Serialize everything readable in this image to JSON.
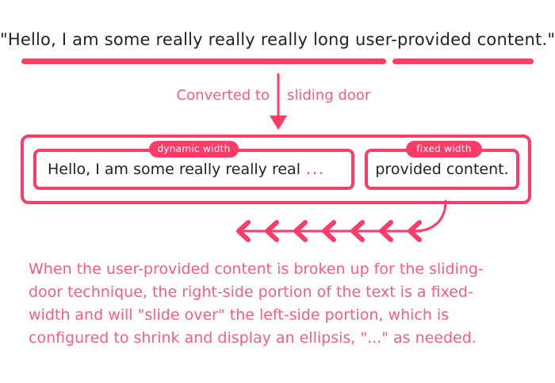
{
  "theme": {
    "accent": "#fa3c66",
    "accent_light": "#fb5c7e",
    "text_dark": "#222222",
    "badge_text": "#ffffff",
    "background": "#ffffff"
  },
  "quote": {
    "text": "\"Hello, I am some really really really long user-provided content.\"",
    "underline_left_name": "dynamic-portion-underline",
    "underline_right_name": "fixed-portion-underline"
  },
  "transition": {
    "left_label": "Converted to",
    "right_label": "sliding door",
    "arrow_icon": "arrow-down-icon"
  },
  "diagram": {
    "dynamic": {
      "badge": "dynamic width",
      "content": "Hello, I am some really really real",
      "ellipsis": "..."
    },
    "fixed": {
      "badge": "fixed width",
      "content": "provided content."
    },
    "slide_arrows": {
      "icon": "slide-left-arrows-icon",
      "count": 7,
      "direction": "left"
    }
  },
  "caption": {
    "lines": [
      "When the user-provided content is broken up for the sliding-",
      "door technique, the right-side portion of the text is a fixed-",
      "width and will \"slide over\" the left-side portion, which is",
      "configured to shrink and display an ellipsis, \"...\" as needed."
    ]
  }
}
